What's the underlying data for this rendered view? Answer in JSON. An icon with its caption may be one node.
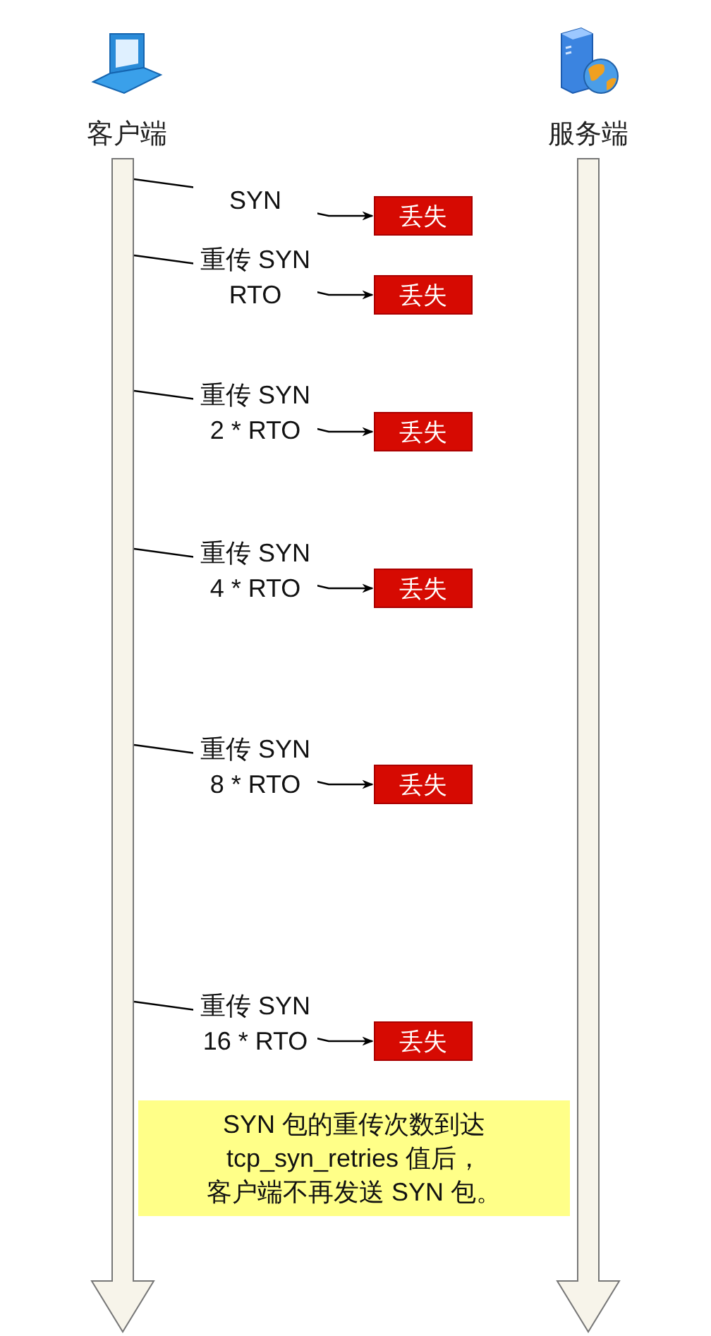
{
  "diagram": {
    "nodes": [
      {
        "text": [
          "客户端"
        ]
      },
      {
        "text": [
          "服务端"
        ]
      },
      {
        "text": [],
        "shape": "bar"
      },
      {
        "text": [],
        "shape": "bar"
      },
      {
        "text": [
          "丢失"
        ]
      },
      {
        "text": [
          "丢失"
        ]
      },
      {
        "text": [
          "丢失"
        ]
      },
      {
        "text": [
          "丢失"
        ]
      },
      {
        "text": [
          "丢失"
        ]
      },
      {
        "text": [
          "丢失"
        ]
      },
      {
        "text": [
          "SYN 包的重传次数到达 tcp_syn_retries 值后，客户端不再发送 SYN 包。"
        ]
      }
    ],
    "edges": [
      {
        "from": 2,
        "to": 4,
        "arrow": "to",
        "label": "SYN"
      },
      {
        "from": 2,
        "to": 5,
        "arrow": "to",
        "label": "重传 SYN RTO"
      },
      {
        "from": 2,
        "to": 6,
        "arrow": "to",
        "label": "重传 SYN 2 * RTO"
      },
      {
        "from": 2,
        "to": 7,
        "arrow": "to",
        "label": "重传 SYN 4 * RTO"
      },
      {
        "from": 2,
        "to": 8,
        "arrow": "to",
        "label": "重传 SYN 8 * RTO"
      },
      {
        "from": 2,
        "to": 9,
        "arrow": "to",
        "label": "重传 SYN 16 * RTO"
      }
    ]
  }
}
